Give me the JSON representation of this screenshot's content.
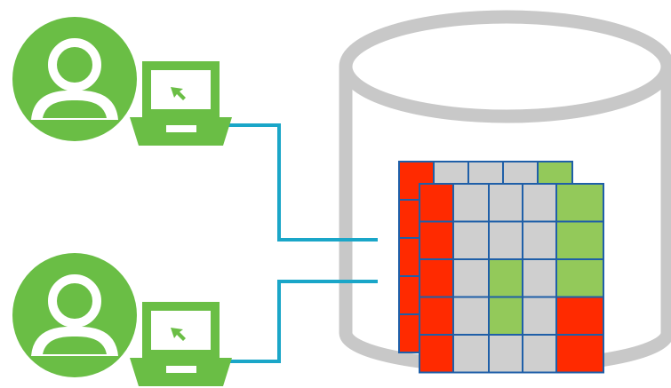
{
  "colors": {
    "user_green": "#6abe45",
    "laptop_green": "#6abe45",
    "connector_blue": "#1aa6c8",
    "database_gray": "#c8c8c8",
    "cell_red": "#ff2a00",
    "cell_gray": "#cfcfcf",
    "cell_green": "#93c95a",
    "grid_line": "#1f5fa8"
  },
  "users": [
    {
      "icon": "user-icon",
      "device": "laptop-icon",
      "pointer": "cursor-arrow-icon"
    },
    {
      "icon": "user-icon",
      "device": "laptop-icon",
      "pointer": "cursor-arrow-icon"
    }
  ],
  "database": {
    "icon": "database-cylinder-icon"
  },
  "tables": {
    "back": [
      [
        "R",
        "G",
        "G",
        "G",
        "N"
      ]
    ],
    "front": [
      [
        "R",
        "G",
        "G",
        "G",
        "N"
      ],
      [
        "R",
        "G",
        "G",
        "G",
        "N"
      ],
      [
        "R",
        "G",
        "N",
        "G",
        "N"
      ],
      [
        "R",
        "G",
        "N",
        "G",
        "R"
      ],
      [
        "R",
        "G",
        "G",
        "G",
        "R"
      ]
    ]
  }
}
